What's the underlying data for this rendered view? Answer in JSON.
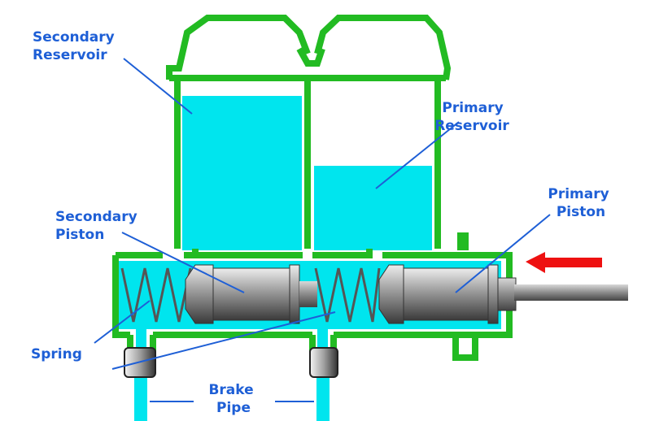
{
  "colors": {
    "outline": "#22bb22",
    "fluid": "#00e5ee",
    "label": "#1e5fd6",
    "arrow": "#ee1111",
    "piston": "#777777"
  },
  "labels": {
    "secondary_reservoir": [
      "Secondary",
      "Reservoir"
    ],
    "primary_reservoir": [
      "Primary",
      "Reservoir"
    ],
    "secondary_piston": [
      "Secondary",
      "Piston"
    ],
    "primary_piston": [
      "Primary",
      "Piston"
    ],
    "spring": "Spring",
    "brake_pipe": [
      "Brake",
      "Pipe"
    ]
  }
}
